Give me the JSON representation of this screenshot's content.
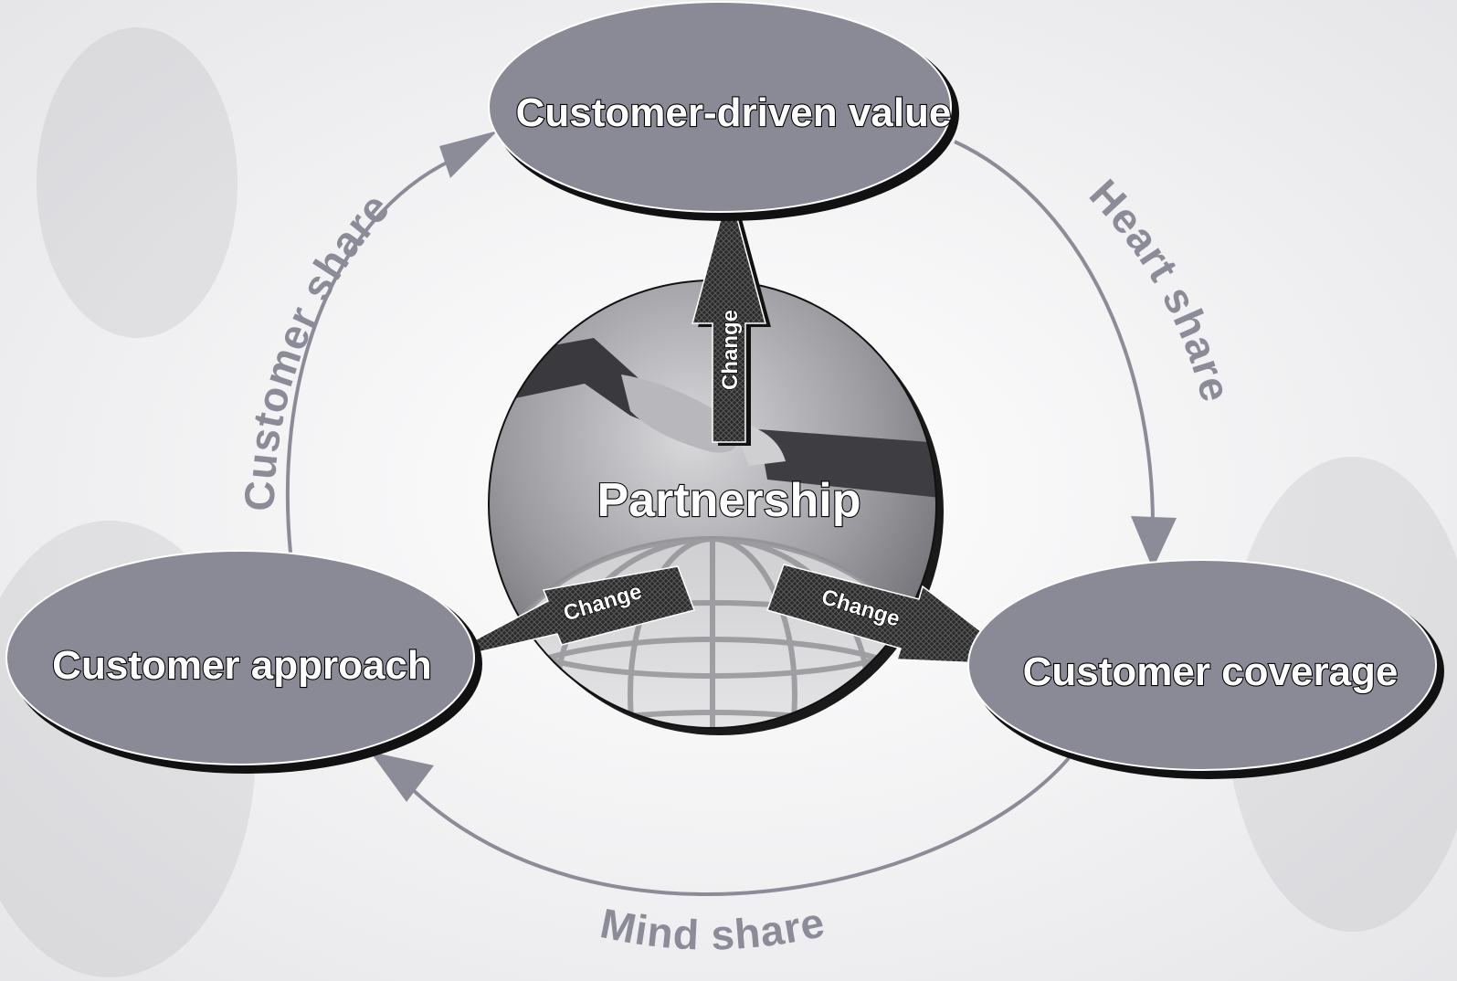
{
  "nodes": {
    "top": {
      "label": "Customer-driven value"
    },
    "left": {
      "label": "Customer approach"
    },
    "right": {
      "label": "Customer coverage"
    },
    "center": {
      "label": "Partnership"
    }
  },
  "cycle_labels": {
    "left": "Customer share",
    "right": "Heart share",
    "bottom": "Mind share"
  },
  "change_labels": {
    "up": "Change",
    "left": "Change",
    "right": "Change"
  },
  "colors": {
    "ellipse_fill": "#8a8a96",
    "cycle_line": "#8c8c98",
    "background": "#f4f4f5",
    "arrow_fill": "#2b2b2b"
  }
}
